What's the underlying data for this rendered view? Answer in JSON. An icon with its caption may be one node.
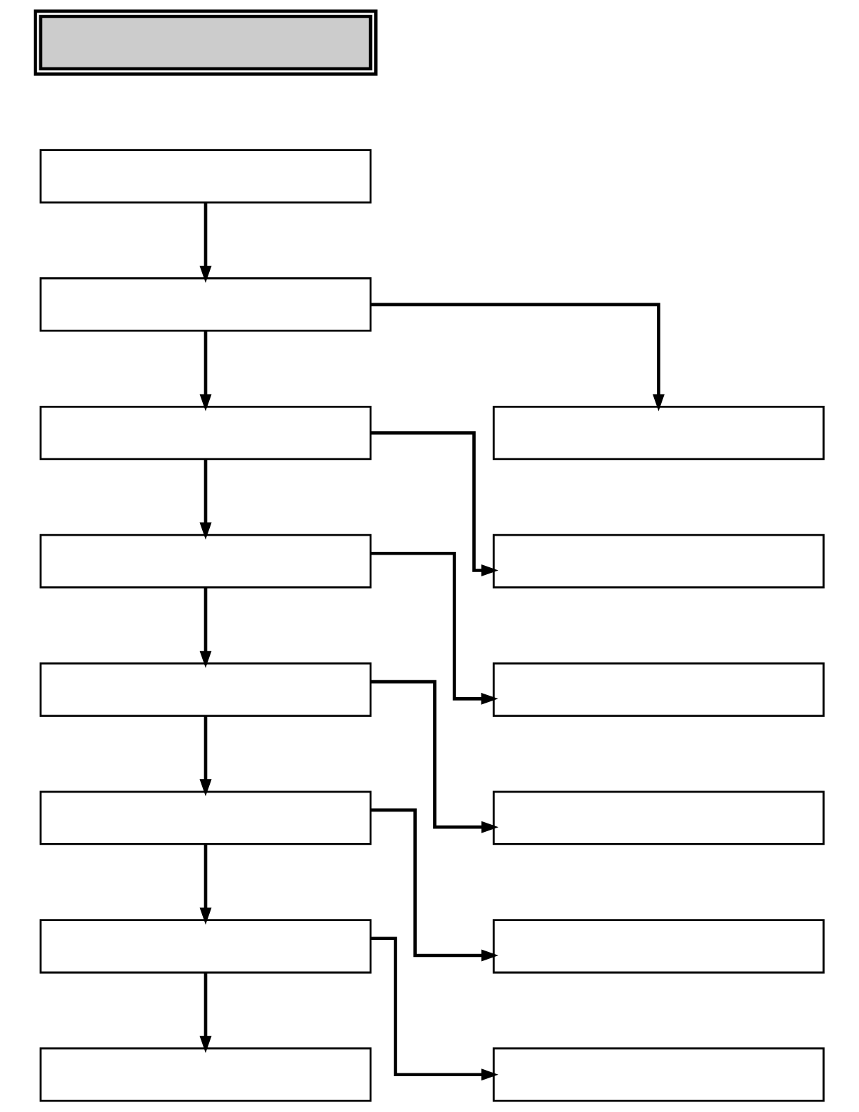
{
  "diagram": {
    "nodes": [
      {
        "text": [],
        "shape": "box"
      },
      {
        "text": [],
        "shape": "box"
      },
      {
        "text": [],
        "shape": "box"
      },
      {
        "text": [],
        "shape": "box"
      },
      {
        "text": [],
        "shape": "box"
      },
      {
        "text": [],
        "shape": "box"
      },
      {
        "text": [],
        "shape": "box"
      },
      {
        "text": [],
        "shape": "box"
      },
      {
        "text": [],
        "shape": "box"
      },
      {
        "text": [],
        "shape": "box"
      },
      {
        "text": [],
        "shape": "box"
      },
      {
        "text": [],
        "shape": "box"
      },
      {
        "text": [],
        "shape": "box"
      },
      {
        "text": [],
        "shape": "box"
      },
      {
        "text": [],
        "shape": "box"
      }
    ],
    "edges": [
      {
        "from": 1,
        "to": 2,
        "arrow": "to"
      },
      {
        "from": 2,
        "to": 3,
        "arrow": "to"
      },
      {
        "from": 2,
        "to": 4,
        "arrow": "to"
      },
      {
        "from": 3,
        "to": 5,
        "arrow": "to"
      },
      {
        "from": 3,
        "to": 6,
        "arrow": "to"
      },
      {
        "from": 5,
        "to": 7,
        "arrow": "to"
      },
      {
        "from": 5,
        "to": 8,
        "arrow": "to"
      },
      {
        "from": 7,
        "to": 9,
        "arrow": "to"
      },
      {
        "from": 7,
        "to": 10,
        "arrow": "to"
      },
      {
        "from": 9,
        "to": 11,
        "arrow": "to"
      },
      {
        "from": 9,
        "to": 12,
        "arrow": "to"
      },
      {
        "from": 11,
        "to": 13,
        "arrow": "to"
      },
      {
        "from": 11,
        "to": 14,
        "arrow": "to"
      }
    ]
  }
}
